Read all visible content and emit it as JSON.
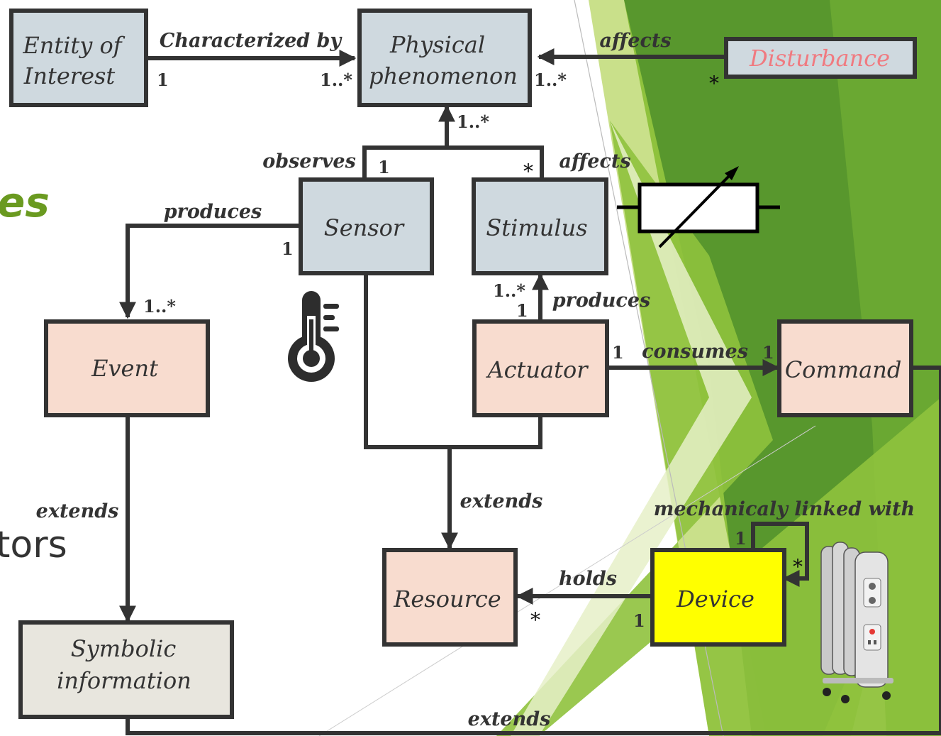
{
  "background": {
    "slide_fragment_heading": "es",
    "slide_fragment_bullet": "tors",
    "heading_color": "#6a9a20",
    "green_colors": [
      "#4f8f2a",
      "#6aa832",
      "#8fc23d",
      "#c9e08a"
    ]
  },
  "colors": {
    "class_blue": "#cfd9df",
    "class_peach": "#f8dccf",
    "class_gray": "#e8e6de",
    "class_yellow": "#ffff00",
    "border": "#333333",
    "disturbance_text": "#f07a80"
  },
  "classes": {
    "entity_of_interest": [
      "Entity of",
      "Interest"
    ],
    "physical_phenomenon": [
      "Physical",
      "phenomenon"
    ],
    "disturbance": "Disturbance",
    "sensor": "Sensor",
    "stimulus": "Stimulus",
    "event": "Event",
    "actuator": "Actuator",
    "command": "Command",
    "resource": "Resource",
    "device": "Device",
    "symbolic_information": [
      "Symbolic",
      "information"
    ]
  },
  "relations": {
    "characterized_by": "Characterized by",
    "affects_disturbance": "affects",
    "observes": "observes",
    "affects_stimulus": "affects",
    "produces_event": "produces",
    "produces_stimulus": "produces",
    "consumes": "consumes",
    "extends_resource": "extends",
    "extends_symbolic_left": "extends",
    "extends_symbolic_bottom": "extends",
    "mechanically_linked": "mechanicaly linked with",
    "holds": "holds"
  },
  "multiplicities": {
    "entity_source": "1",
    "phenomenon_target_left": "1..*",
    "phenomenon_target_right": "1..*",
    "disturbance_source": "*",
    "phenomenon_bottom": "1..*",
    "sensor_observes": "1",
    "stimulus_affects": "*",
    "sensor_produces": "1",
    "event_target": "1..*",
    "stimulus_target": "1..*",
    "actuator_produces": "1",
    "actuator_consumes": "1",
    "command_target": "1",
    "device_link_top": "1",
    "device_link_star": "*",
    "resource_target": "*",
    "device_holds": "1"
  },
  "icons": [
    "thermometer-icon",
    "variable-resistor-icon",
    "oil-heater-icon"
  ]
}
